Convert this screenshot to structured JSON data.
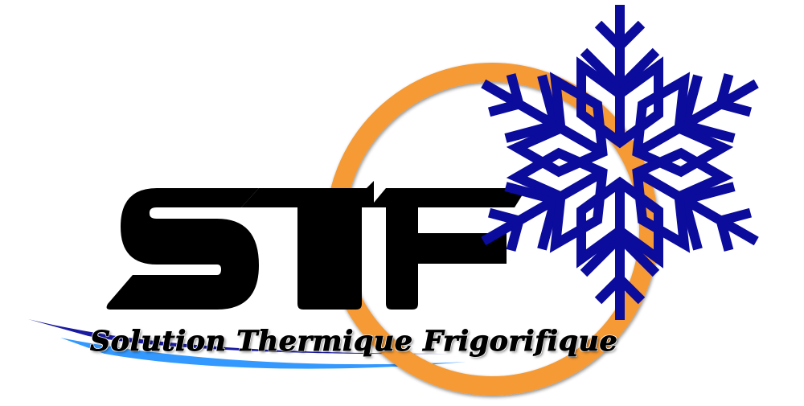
{
  "logo": {
    "acronym": "STF",
    "tagline": "Solution Thermique Frigorifique",
    "icons": [
      "snowflake-icon",
      "orange-ring",
      "blue-swoosh"
    ],
    "colors": {
      "letters": "#000000",
      "ring": "#F59A36",
      "snowflake": "#0B0B9C",
      "swoosh_dark": "#1A1AA0",
      "swoosh_light": "#3399FF",
      "background": "#FFFFFF"
    }
  }
}
